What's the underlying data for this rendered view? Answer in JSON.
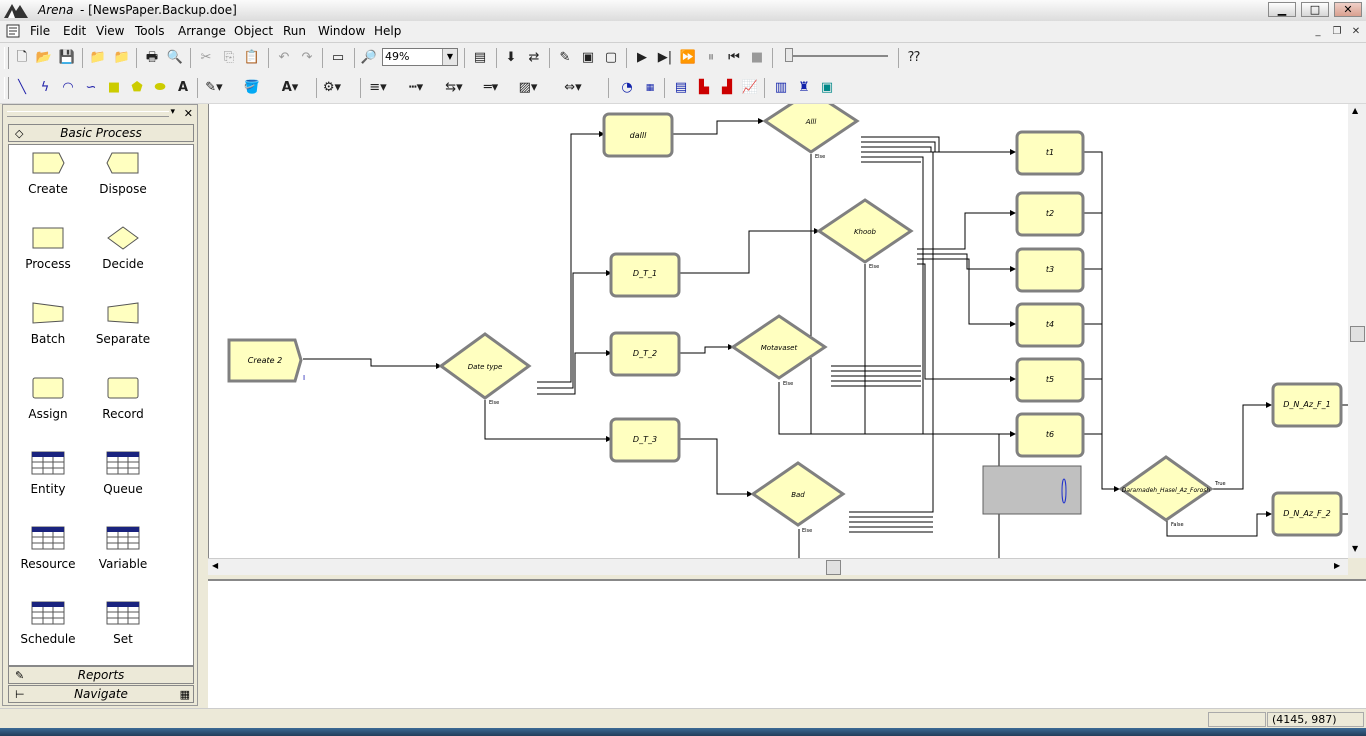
{
  "window": {
    "app_name": "Arena",
    "doc_title": "- [NewsPaper.Backup.doe]",
    "min_label": "▁",
    "max_label": "□",
    "close_label": "✕"
  },
  "menu": [
    "File",
    "Edit",
    "View",
    "Tools",
    "Arrange",
    "Object",
    "Run",
    "Window",
    "Help"
  ],
  "toolbar": {
    "zoom_value": "49%"
  },
  "project_bar": {
    "panel_title": "Basic Process",
    "modules": [
      {
        "label": "Create",
        "shape": "create"
      },
      {
        "label": "Dispose",
        "shape": "dispose"
      },
      {
        "label": "Process",
        "shape": "process"
      },
      {
        "label": "Decide",
        "shape": "decide"
      },
      {
        "label": "Batch",
        "shape": "batch"
      },
      {
        "label": "Separate",
        "shape": "separate"
      },
      {
        "label": "Assign",
        "shape": "assign"
      },
      {
        "label": "Record",
        "shape": "record"
      },
      {
        "label": "Entity",
        "shape": "table"
      },
      {
        "label": "Queue",
        "shape": "table"
      },
      {
        "label": "Resource",
        "shape": "table"
      },
      {
        "label": "Variable",
        "shape": "table"
      },
      {
        "label": "Schedule",
        "shape": "table"
      },
      {
        "label": "Set",
        "shape": "table"
      }
    ],
    "reports_label": "Reports",
    "navigate_label": "Navigate"
  },
  "flowchart": {
    "create": "Create 2",
    "create_count": "I",
    "date_type": "Date type",
    "dalll": "dalll",
    "alll": "Alll",
    "khoob": "Khoob",
    "motavaset": "Motavaset",
    "bad": "Bad",
    "dt1": "D_T_1",
    "dt2": "D_T_2",
    "dt3": "D_T_3",
    "t1": "t1",
    "t2": "t2",
    "t3": "t3",
    "t4": "t4",
    "t5": "t5",
    "t6": "t6",
    "decide_final": "Daramadeh_Hasel_Az_Forosh",
    "dnaz1": "D_N_Az_F_1",
    "dnaz2": "D_N_Az_F_2",
    "else_label": "Else",
    "true_label": "True",
    "false_label": "False"
  },
  "status": {
    "coords": "(4145, 987)"
  }
}
